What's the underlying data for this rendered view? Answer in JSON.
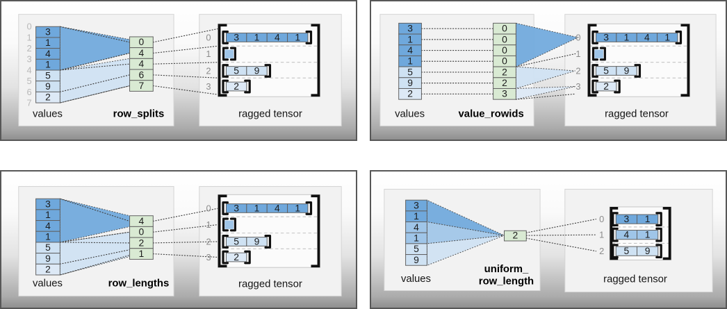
{
  "colors": {
    "dark_blue": "#6fa8dc",
    "medium_blue": "#9fc5e8",
    "light_blue": "#cfe2f3",
    "lighter_blue": "#dde9f6",
    "green": "#d9ead3"
  },
  "panels": [
    {
      "method": "row_splits",
      "values_label": "values",
      "tensor_label": "ragged tensor",
      "value_indices": [
        "0",
        "1",
        "2",
        "3",
        "4",
        "5",
        "6",
        "7"
      ],
      "values": [
        "3",
        "1",
        "4",
        "1",
        "5",
        "9",
        "2"
      ],
      "partition": [
        "0",
        "4",
        "4",
        "6",
        "7"
      ],
      "row_indices": [
        "0",
        "1",
        "2",
        "3"
      ],
      "rows": {
        "r0": [
          "3",
          "1",
          "4",
          "1"
        ],
        "r2": [
          "5",
          "9"
        ],
        "r3": [
          "2"
        ]
      }
    },
    {
      "method": "value_rowids",
      "values_label": "values",
      "tensor_label": "ragged tensor",
      "values": [
        "3",
        "1",
        "4",
        "1",
        "5",
        "9",
        "2"
      ],
      "partition": [
        "0",
        "0",
        "0",
        "0",
        "2",
        "2",
        "3"
      ],
      "row_indices": [
        "0",
        "1",
        "2",
        "3"
      ],
      "rows": {
        "r0": [
          "3",
          "1",
          "4",
          "1"
        ],
        "r2": [
          "5",
          "9"
        ],
        "r3": [
          "2"
        ]
      }
    },
    {
      "method": "row_lengths",
      "values_label": "values",
      "tensor_label": "ragged tensor",
      "values": [
        "3",
        "1",
        "4",
        "1",
        "5",
        "9",
        "2"
      ],
      "partition": [
        "4",
        "0",
        "2",
        "1"
      ],
      "row_indices": [
        "0",
        "1",
        "2",
        "3"
      ],
      "rows": {
        "r0": [
          "3",
          "1",
          "4",
          "1"
        ],
        "r2": [
          "5",
          "9"
        ],
        "r3": [
          "2"
        ]
      }
    },
    {
      "method_line1": "uniform_",
      "method_line2": "row_length",
      "values_label": "values",
      "tensor_label": "ragged tensor",
      "values": [
        "3",
        "1",
        "4",
        "1",
        "5",
        "9"
      ],
      "partition": [
        "2"
      ],
      "row_indices": [
        "0",
        "1",
        "2"
      ],
      "rows": {
        "r0": [
          "3",
          "1"
        ],
        "r1": [
          "4",
          "1"
        ],
        "r2": [
          "5",
          "9"
        ]
      }
    }
  ]
}
